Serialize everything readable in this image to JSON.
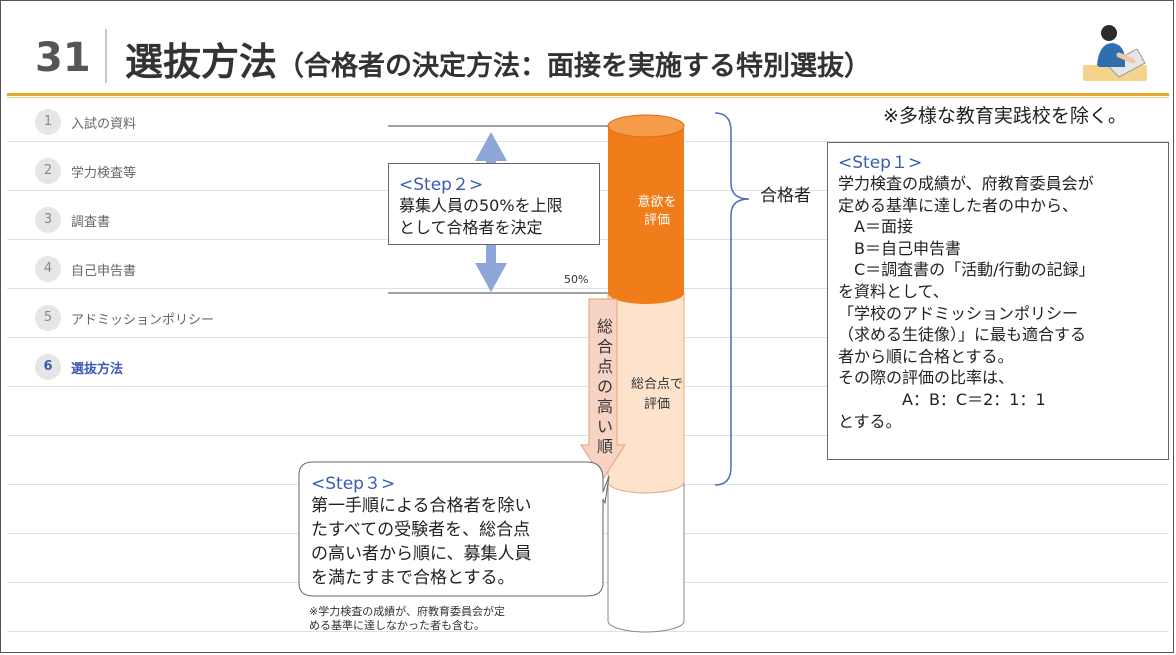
{
  "header": {
    "number": "31",
    "title": "選抜方法",
    "subtitle": "（合格者の決定方法：面接を実施する特別選抜）"
  },
  "nav": {
    "items": [
      {
        "number": "1",
        "label": "入試の資料",
        "active": false
      },
      {
        "number": "2",
        "label": "学力検査等",
        "active": false
      },
      {
        "number": "3",
        "label": "調査書",
        "active": false
      },
      {
        "number": "4",
        "label": "自己申告書",
        "active": false
      },
      {
        "number": "5",
        "label": "アドミッションポリシー",
        "active": false
      },
      {
        "number": "6",
        "label": "選抜方法",
        "active": true
      }
    ]
  },
  "note_top": "※多様な教育実践校を除く。",
  "step2": {
    "title": "<Step２>",
    "text": "募集人員の50%を上限\nとして合格者を決定"
  },
  "step1": {
    "title": "<Step１>",
    "text": "学力検査の成績が、府教育委員会が\n定める基準に達した者の中から、\n　A＝面接\n　B＝自己申告書\n　C＝調査書の「活動/行動の記録」\nを資料として、\n「学校のアドミッションポリシー\n（求める生徒像）」に最も適合する\n者から順に合格とする。\nその際の評価の比率は、\n　　　　A：B：C＝2：1：1\nとする。"
  },
  "step3": {
    "title": "<Step３>",
    "text": "第一手順による合格者を除い\nたすべての受験者を、総合点\nの高い者から順に、募集人員\nを満たすまで合格とする。"
  },
  "cylinder": {
    "top_label": "意欲を\n評価",
    "middle_label": "総合点で\n評価",
    "percent_label": "50%"
  },
  "pass_label": "合格者",
  "arrow_text": "総合点の高い順",
  "footnote": "※学力検査の成績が、府教育委員会が定\nめる基準に達しなかった者も含む。",
  "colors": {
    "accent_orange": "#f07c1a",
    "light_orange": "#fde3cc",
    "arrow_blue": "#8fa6d8",
    "step_blue": "#3b5bb5",
    "header_line": "#e4a92a"
  }
}
